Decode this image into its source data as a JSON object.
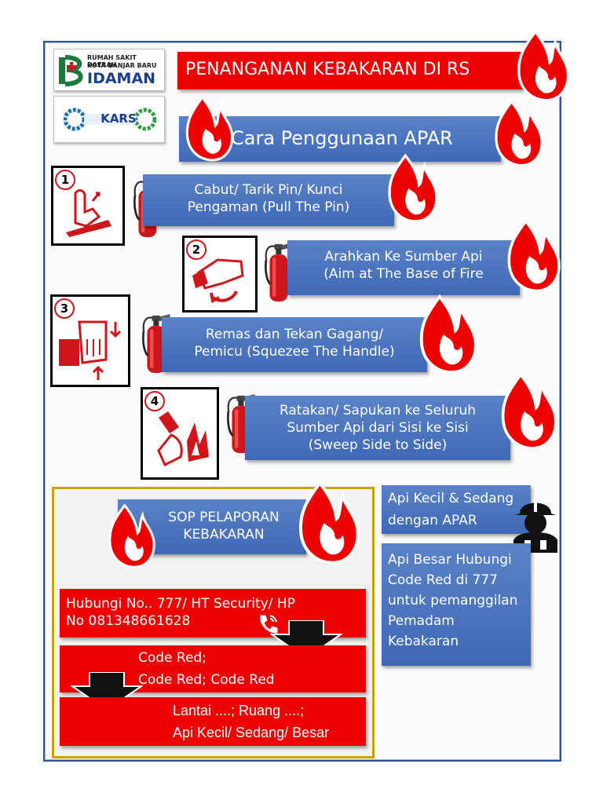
{
  "header": {
    "logo_text_1": "RUMAH SAKIT DAERAH",
    "logo_text_2": "KOTA BANJAR BARU",
    "logo_brand": "IDAMAN",
    "logo2_text": "KARS",
    "title": "PENANGANAN KEBAKARAN DI RS"
  },
  "apar": {
    "heading": "Cara Penggunaan APAR",
    "steps": [
      {
        "number": "1",
        "line1": "Cabut/ Tarik Pin/ Kunci",
        "line2": "Pengaman (Pull The Pin)",
        "line3": ""
      },
      {
        "number": "2",
        "line1": "Arahkan Ke Sumber Api",
        "line2": "(Aim at The Base of Fire",
        "line3": ""
      },
      {
        "number": "3",
        "line1": "Remas dan Tekan Gagang/",
        "line2": "Pemicu (Squezee The Handle)",
        "line3": ""
      },
      {
        "number": "4",
        "line1": "Ratakan/ Sapukan ke Seluruh",
        "line2": "Sumber Api dari Sisi ke Sisi",
        "line3": "(Sweep Side to Side)"
      }
    ]
  },
  "sop": {
    "title_line1": "SOP PELAPORAN",
    "title_line2": "KEBAKARAN",
    "call_line1": "Hubungi No.. 777/ HT Security/ HP",
    "call_line2": "No 081348661628",
    "code_line1": "Code Red;",
    "code_line2": "Code Red; Code Red",
    "location_line1": "Lantai ....; Ruang ....;",
    "location_line2": "Api Kecil/ Sedang/ Besar"
  },
  "side": {
    "small_line1": "Api Kecil & Sedang",
    "small_line2": "dengan APAR",
    "big_line1": "Api Besar Hubungi",
    "big_line2": "Code Red di 777",
    "big_line3": "untuk pemanggilan",
    "big_line4": "Pemadam",
    "big_line5": "Kebakaran"
  },
  "colors": {
    "red": "#ee0000",
    "blue": "#4472c4",
    "border": "#2f5597",
    "gold": "#c9a100"
  }
}
